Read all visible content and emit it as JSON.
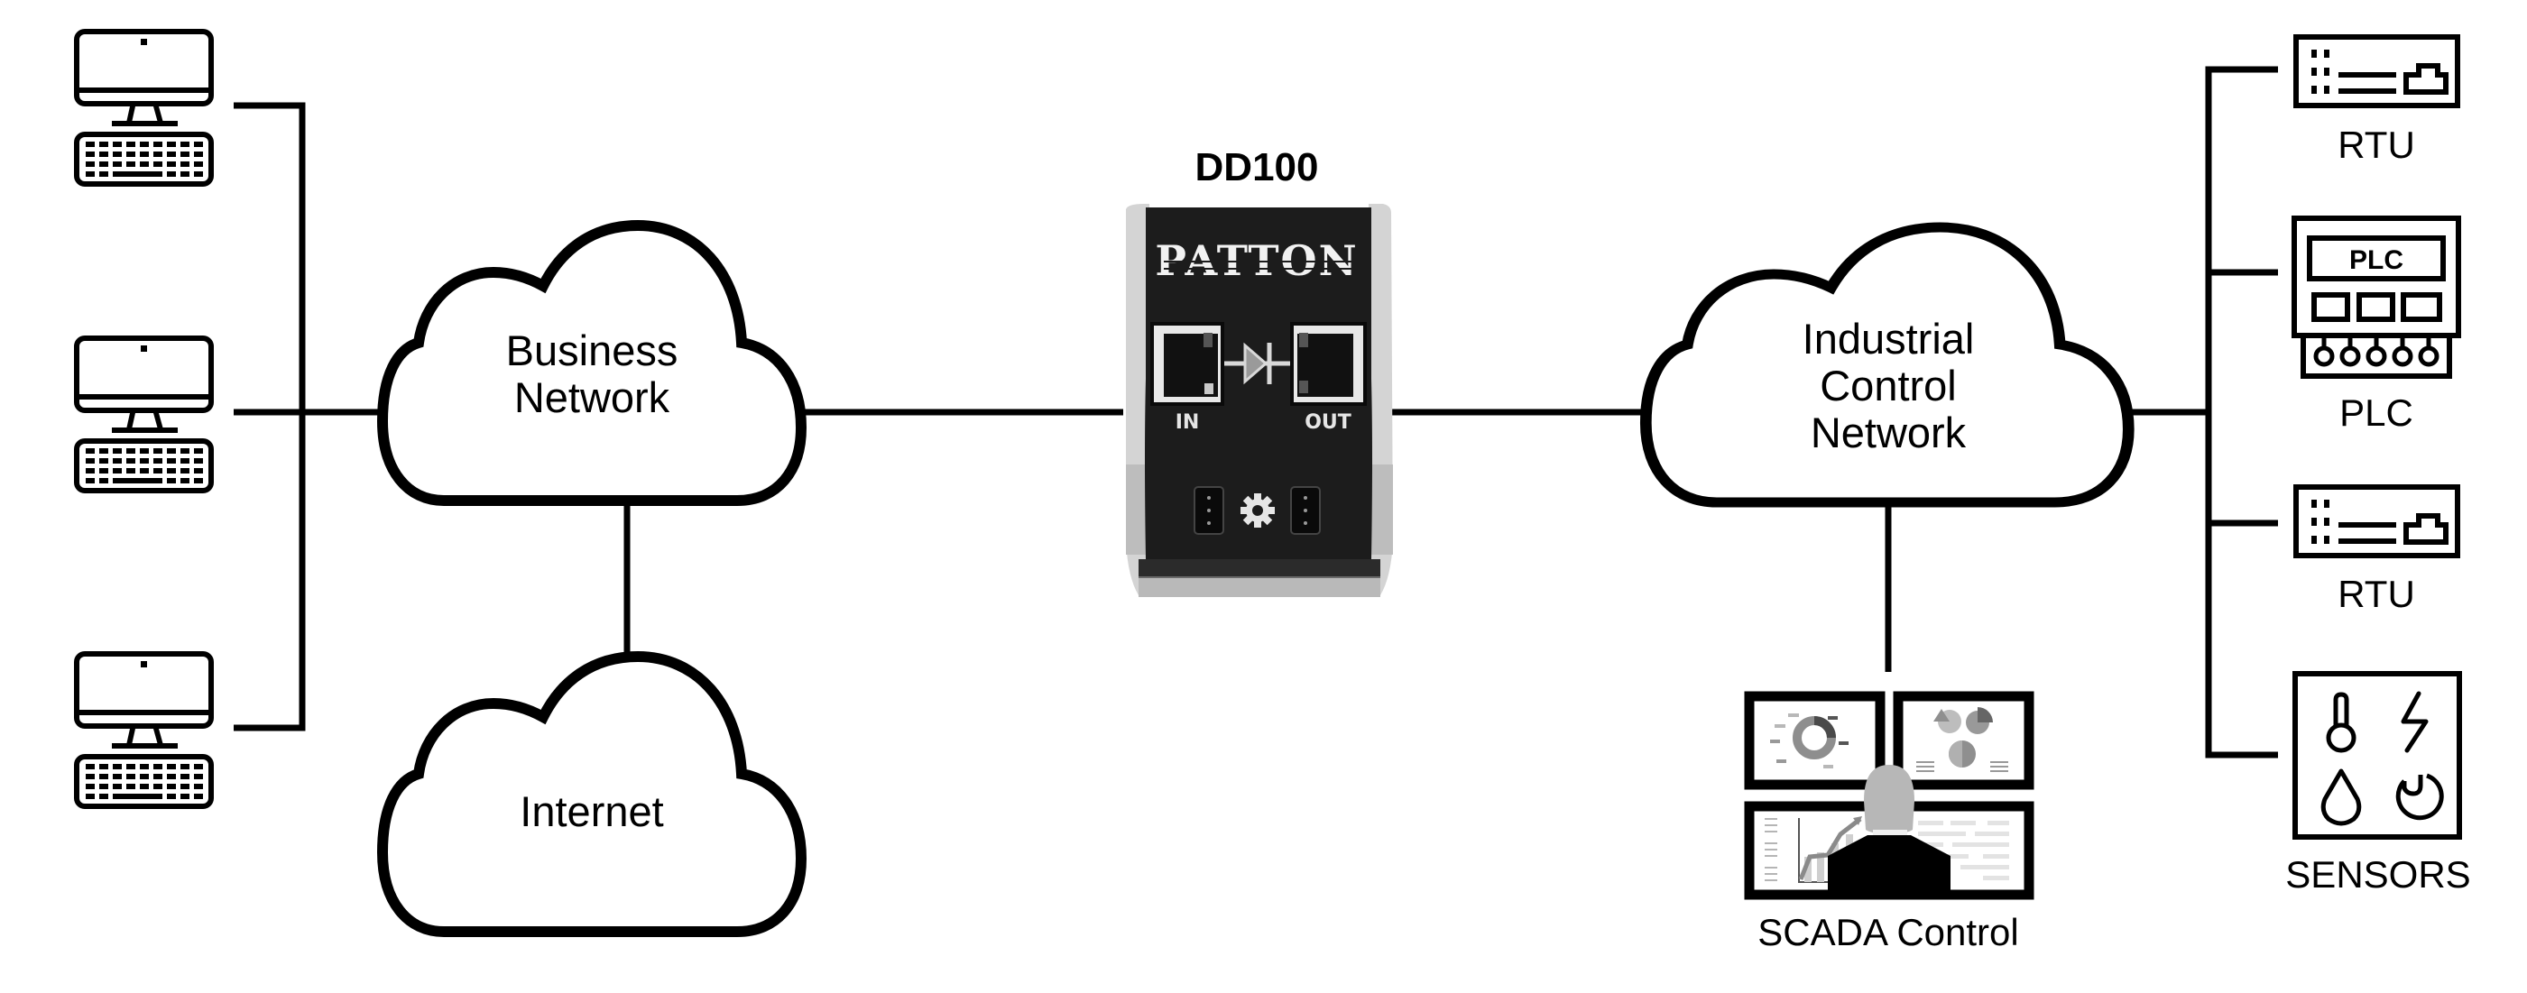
{
  "device": {
    "title": "DD100",
    "brand": "PATTON",
    "port_in_label": "IN",
    "port_out_label": "OUT",
    "center_icon": "gear-icon",
    "flow_icon": "diode-icon"
  },
  "clouds": {
    "business": {
      "line1": "Business",
      "line2": "Network"
    },
    "internet": {
      "line1": "Internet"
    },
    "industrial": {
      "line1": "Industrial",
      "line2": "Control",
      "line3": "Network"
    }
  },
  "workstations": [
    {
      "icon": "desktop-computer-icon"
    },
    {
      "icon": "desktop-computer-icon"
    },
    {
      "icon": "desktop-computer-icon"
    }
  ],
  "scada": {
    "label": "SCADA Control",
    "icon": "scada-operator-icon"
  },
  "field_devices": [
    {
      "label": "RTU",
      "icon": "rtu-icon"
    },
    {
      "label": "PLC",
      "inner_label": "PLC",
      "icon": "plc-icon"
    },
    {
      "label": "RTU",
      "icon": "rtu-icon"
    },
    {
      "label": "SENSORS",
      "icon": "sensors-icon"
    }
  ],
  "colors": {
    "line": "#000000",
    "device_face": "#1c1c1c",
    "device_frame": "#cfcfcf",
    "background": "#ffffff"
  }
}
